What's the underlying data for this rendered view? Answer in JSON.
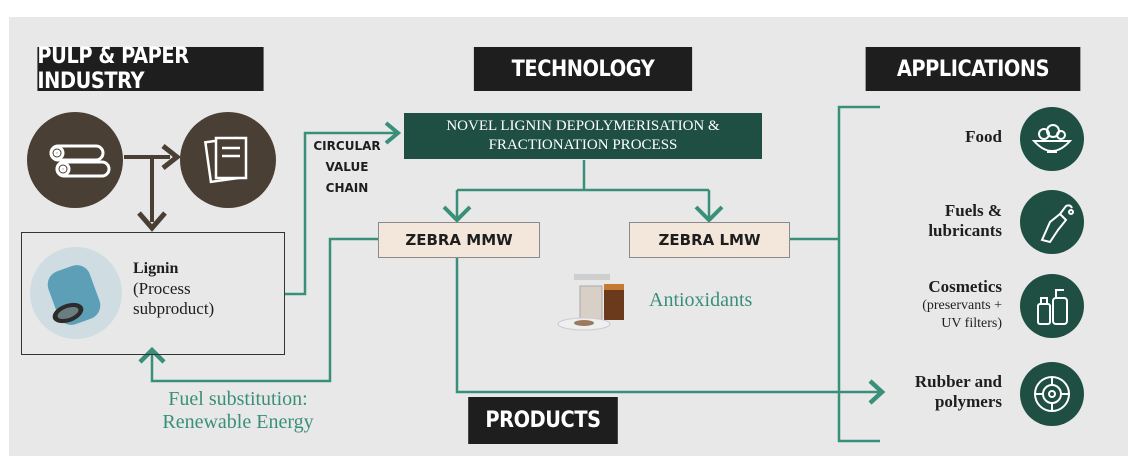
{
  "headers": {
    "pulp": "PULP & PAPER INDUSTRY",
    "technology": "TECHNOLOGY",
    "applications": "APPLICATIONS",
    "products": "PRODUCTS"
  },
  "process": {
    "line1": "NOVEL LIGNIN DEPOLYMERISATION &",
    "line2": "FRACTIONATION PROCESS"
  },
  "circular_value_chain": {
    "line1": "CIRCULAR",
    "line2": "VALUE CHAIN"
  },
  "lignin": {
    "line1": "Lignin",
    "line2": "(Process",
    "line3": "subproduct)"
  },
  "products": {
    "mmw": "ZEBRA MMW",
    "lmw": "ZEBRA LMW",
    "antioxidants": "Antioxidants"
  },
  "fuel": {
    "line1": "Fuel substitution:",
    "line2": "Renewable Energy"
  },
  "applications": {
    "food": "Food",
    "fuels_line1": "Fuels &",
    "fuels_line2": "lubricants",
    "cosmetics": "Cosmetics",
    "cosmetics_sub1": "(preservants +",
    "cosmetics_sub2": "UV filters)",
    "rubber_line1": "Rubber and",
    "rubber_line2": "polymers"
  },
  "colors": {
    "dark_green": "#1f4f42",
    "teal": "#3a8f7a",
    "brown": "#4a3f35",
    "header_bg": "#1e1e1e",
    "panel_bg": "#e8e8e8"
  },
  "icons": [
    "logs-icon",
    "paper-sheets-icon",
    "lignin-bottle-image",
    "antioxidants-image",
    "salad-bowl-icon",
    "fuel-nozzle-icon",
    "cosmetics-bottles-icon",
    "tire-icon"
  ]
}
